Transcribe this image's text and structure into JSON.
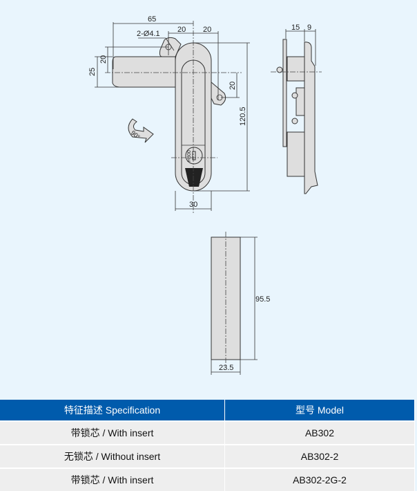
{
  "drawing": {
    "front_view": {
      "dim_width_total": "65",
      "dim_hole": "2-Ø4.1",
      "dim_left_20": "20",
      "dim_right_20": "20",
      "dim_vertical_20": "20",
      "dim_25": "25",
      "dim_right_vertical_20": "20",
      "dim_height": "120.5",
      "dim_bottom_width": "30",
      "rotation_label": "90°",
      "key_label": "H300"
    },
    "side_view": {
      "dim_15": "15",
      "dim_9": "9"
    },
    "cutout_view": {
      "dim_height": "95.5",
      "dim_width": "23.5"
    }
  },
  "table": {
    "headers": [
      "特征描述 Specification",
      "型号 Model"
    ],
    "rows": [
      {
        "spec": "带锁芯 / With insert",
        "model": "AB302"
      },
      {
        "spec": "无锁芯 / Without insert",
        "model": "AB302-2"
      },
      {
        "spec": "带锁芯 / With insert",
        "model": "AB302-2G-2"
      }
    ]
  },
  "colors": {
    "header_bg": "#005bac",
    "row_bg": "#eeeeee",
    "page_bg": "#e9f5fd"
  }
}
